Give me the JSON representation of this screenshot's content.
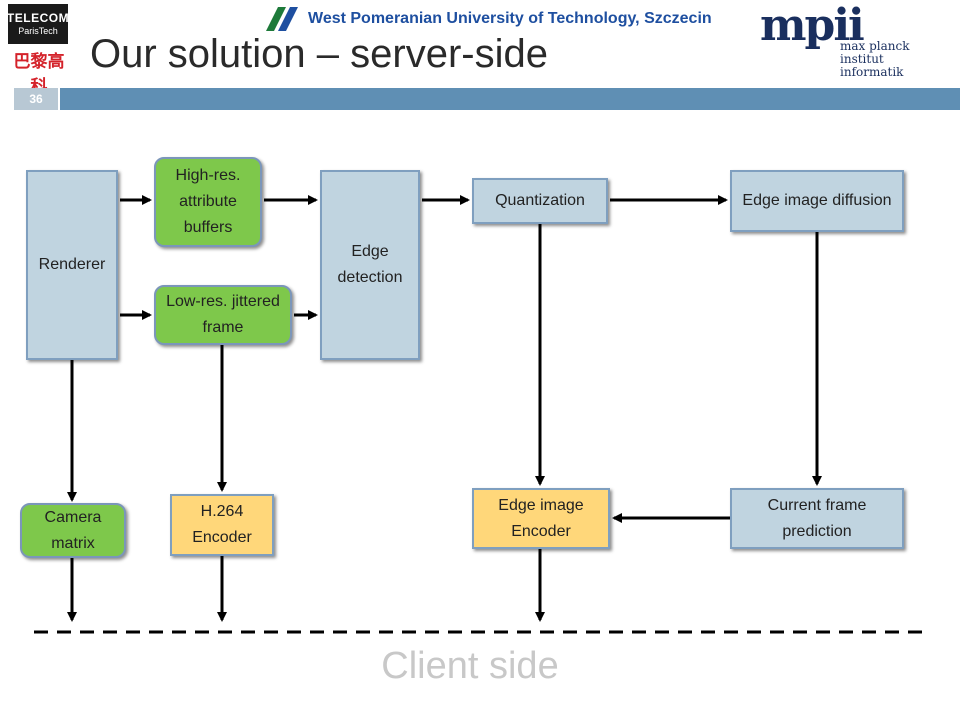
{
  "header": {
    "telecom_logo": {
      "line1": "TELECOM",
      "line2": "ParisTech",
      "cn": "巴黎高科"
    },
    "wpu_text": "West Pomeranian University of Technology, Szczecin",
    "mpi_logo": {
      "letters": "mpii",
      "line1": "max planck institut",
      "line2": "informatik"
    },
    "title": "Our solution – server-side",
    "page_number": "36"
  },
  "diagram": {
    "nodes": {
      "renderer": "Renderer",
      "high_res": "High-res. attribute buffers",
      "low_res": "Low-res. jittered frame",
      "edge_detection": "Edge detection",
      "quantization": "Quantization",
      "edge_diffusion": "Edge image diffusion",
      "camera_matrix": "Camera matrix",
      "h264": "H.264 Encoder",
      "edge_encoder": "Edge image Encoder",
      "frame_prediction": "Current frame prediction"
    },
    "client_side": "Client side"
  },
  "colors": {
    "blue_box": "#c0d4e0",
    "green_box": "#7ec84b",
    "yellow_box": "#ffd77a",
    "title_bar": "#5f8fb4"
  }
}
